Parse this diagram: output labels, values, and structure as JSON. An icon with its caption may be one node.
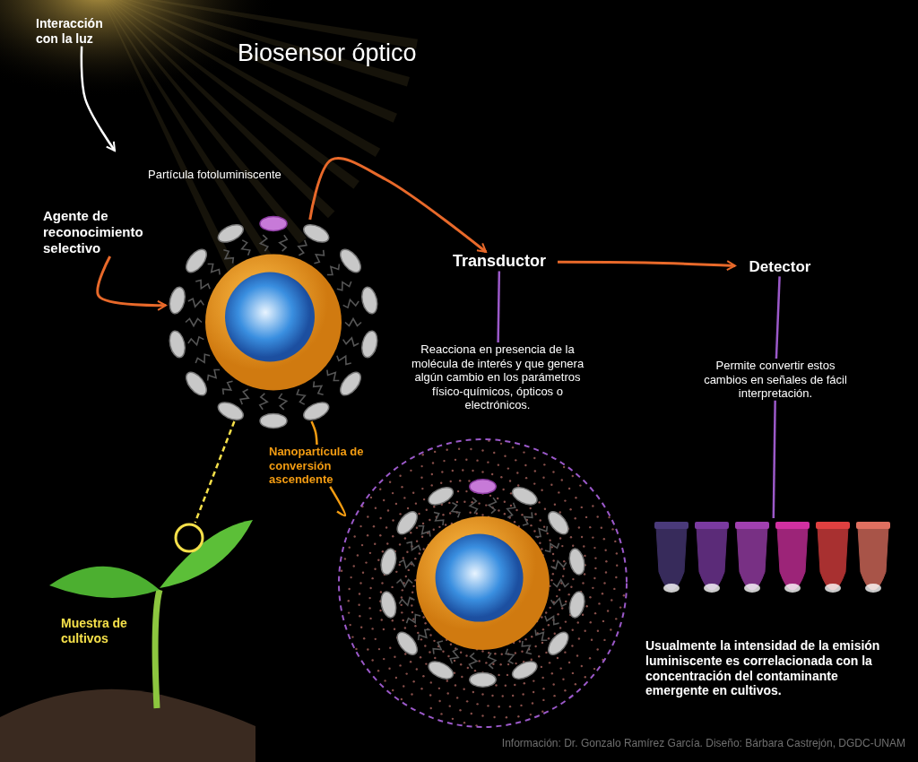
{
  "diagram": {
    "title": "Biosensor óptico",
    "nodes": [
      {
        "text": [
          "Interacción con la luz"
        ]
      },
      {
        "text": [],
        "shape": "picture"
      },
      {
        "text": [
          "Partícula fotoluminiscente"
        ]
      },
      {
        "text": [
          "Agente de reconocimiento selectivo"
        ]
      },
      {
        "text": [
          "Transductor"
        ]
      },
      {
        "text": [
          "Detector"
        ]
      },
      {
        "text": [
          "Reacciona en presencia de la molécula de interés y que genera algún cambio en los parámetros físico-químicos, ópticos o electrónicos."
        ]
      },
      {
        "text": [
          "Permite convertir estos cambios en señales de fácil interpretación."
        ]
      },
      {
        "text": [],
        "shape": "picture"
      },
      {
        "text": [
          "Usualmente la intensidad de la emisión luminiscente es correlacionada con la concentración del contaminante emergente en cultivos."
        ]
      },
      {
        "text": [
          "Nanopartícula de conversión ascendente"
        ]
      },
      {
        "text": [],
        "shape": "picture"
      },
      {
        "text": [],
        "shape": "picture",
        "beside": [
          "Muestra de cultivos"
        ]
      },
      {
        "text": [],
        "shape": "circle",
        "in": 12
      }
    ],
    "edges": [
      {
        "from": 0,
        "to": null,
        "arrow": "to",
        "color": "#ffffff"
      },
      {
        "from": 3,
        "to": 1,
        "arrow": "to"
      },
      {
        "from": 1,
        "to": 4,
        "arrow": "to"
      },
      {
        "from": 4,
        "to": 5,
        "arrow": "to"
      },
      {
        "from": 4,
        "to": 6,
        "arrow": "none",
        "color": "#9b59c9"
      },
      {
        "from": 5,
        "to": 7,
        "arrow": "none",
        "color": "#9b59c9"
      },
      {
        "from": 7,
        "to": 8,
        "arrow": "none",
        "color": "#9b59c9"
      },
      {
        "from": 10,
        "to": 1,
        "arrow": "none",
        "color": "#f39c12"
      },
      {
        "from": 10,
        "to": 11,
        "arrow": "none",
        "color": "#f39c12"
      },
      {
        "from": 1,
        "to": 13,
        "arrow": "none",
        "style": "dashed",
        "color": "#f5e04a"
      }
    ],
    "labels": [
      "Información: Dr.  Gonzalo Ramírez García. Diseño: Bárbara Castrejón, DGDC-UNAM"
    ]
  }
}
